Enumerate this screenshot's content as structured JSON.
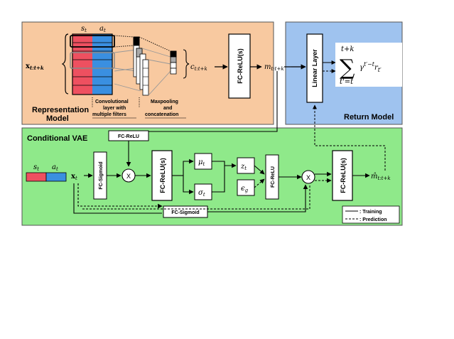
{
  "panels": {
    "representation": {
      "title_line1": "Representation",
      "title_line2": "Model",
      "color": "#f8c9a0"
    },
    "return": {
      "title": "Return Model",
      "color": "#9fc3ef"
    },
    "cvae": {
      "title": "Conditional VAE",
      "color": "#8fe98a"
    }
  },
  "labels": {
    "s_t": "s_t",
    "a_t": "a_t",
    "x_input": "x_{t:t+k}",
    "conv_line1": "Convolutional",
    "conv_line2": "layer with",
    "conv_line3": "multiple filters",
    "maxpool_line1": "Maxpooling",
    "maxpool_line2": "and",
    "maxpool_line3": "concatenation",
    "c_out": "c_{t:t+k}",
    "fc_relu_s_rep": "FC-ReLU(s)",
    "m_out": "m_{t:t+k}",
    "linear_layer": "Linear Layer",
    "return_sum_top": "t+k",
    "return_sum_bottom": "t'=t",
    "return_expr": "γ^{t'−t} r_{t'}",
    "fc_relu_top": "FC-ReLU",
    "fc_sigmoid_vert": "FC-Sigmoid",
    "multiply1": "X",
    "fc_relu_s_cvae1": "FC-ReLU(s)",
    "mu": "μ_t",
    "sigma": "σ_t",
    "z": "z_t",
    "eps": "ε_g",
    "fc_relu_small": "FC-ReLU",
    "multiply2": "X",
    "fc_relu_s_cvae2": "FC-ReLU(s)",
    "m_hat": "m̂_{t:t+k}",
    "x_t": "x_t",
    "fc_sigmoid_horiz": "FC-Sigmoid"
  },
  "legend": {
    "training": ": Training",
    "prediction": ": Prediction"
  },
  "colors": {
    "red": "#ee5060",
    "blue": "#3a8fe0"
  }
}
